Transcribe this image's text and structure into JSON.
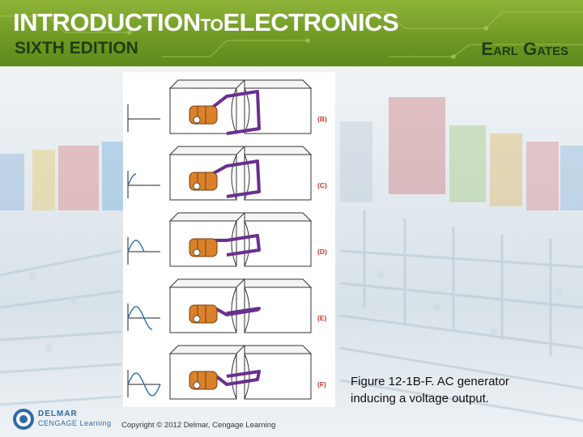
{
  "header": {
    "title_main": "INTRODUCTION",
    "title_to": "TO",
    "title_end": "ELECTRONICS",
    "edition": "SIXTH EDITION",
    "author": "Earl Gates"
  },
  "figure": {
    "panels": [
      {
        "label": "(B)"
      },
      {
        "label": "(C)"
      },
      {
        "label": "(D)"
      },
      {
        "label": "(E)"
      },
      {
        "label": "(F)"
      }
    ]
  },
  "caption": {
    "line1": "Figure 12-1B-F. AC generator",
    "line2": "inducing a voltage output."
  },
  "footer": {
    "logo_line1": "DELMAR",
    "logo_line2": "CENGAGE Learning",
    "copyright": "Copyright © 2012 Delmar, Cengage Learning"
  },
  "colors": {
    "header_green": "#6f9a24",
    "coil_purple": "#6a2f8f",
    "brush_orange": "#d9822b"
  }
}
